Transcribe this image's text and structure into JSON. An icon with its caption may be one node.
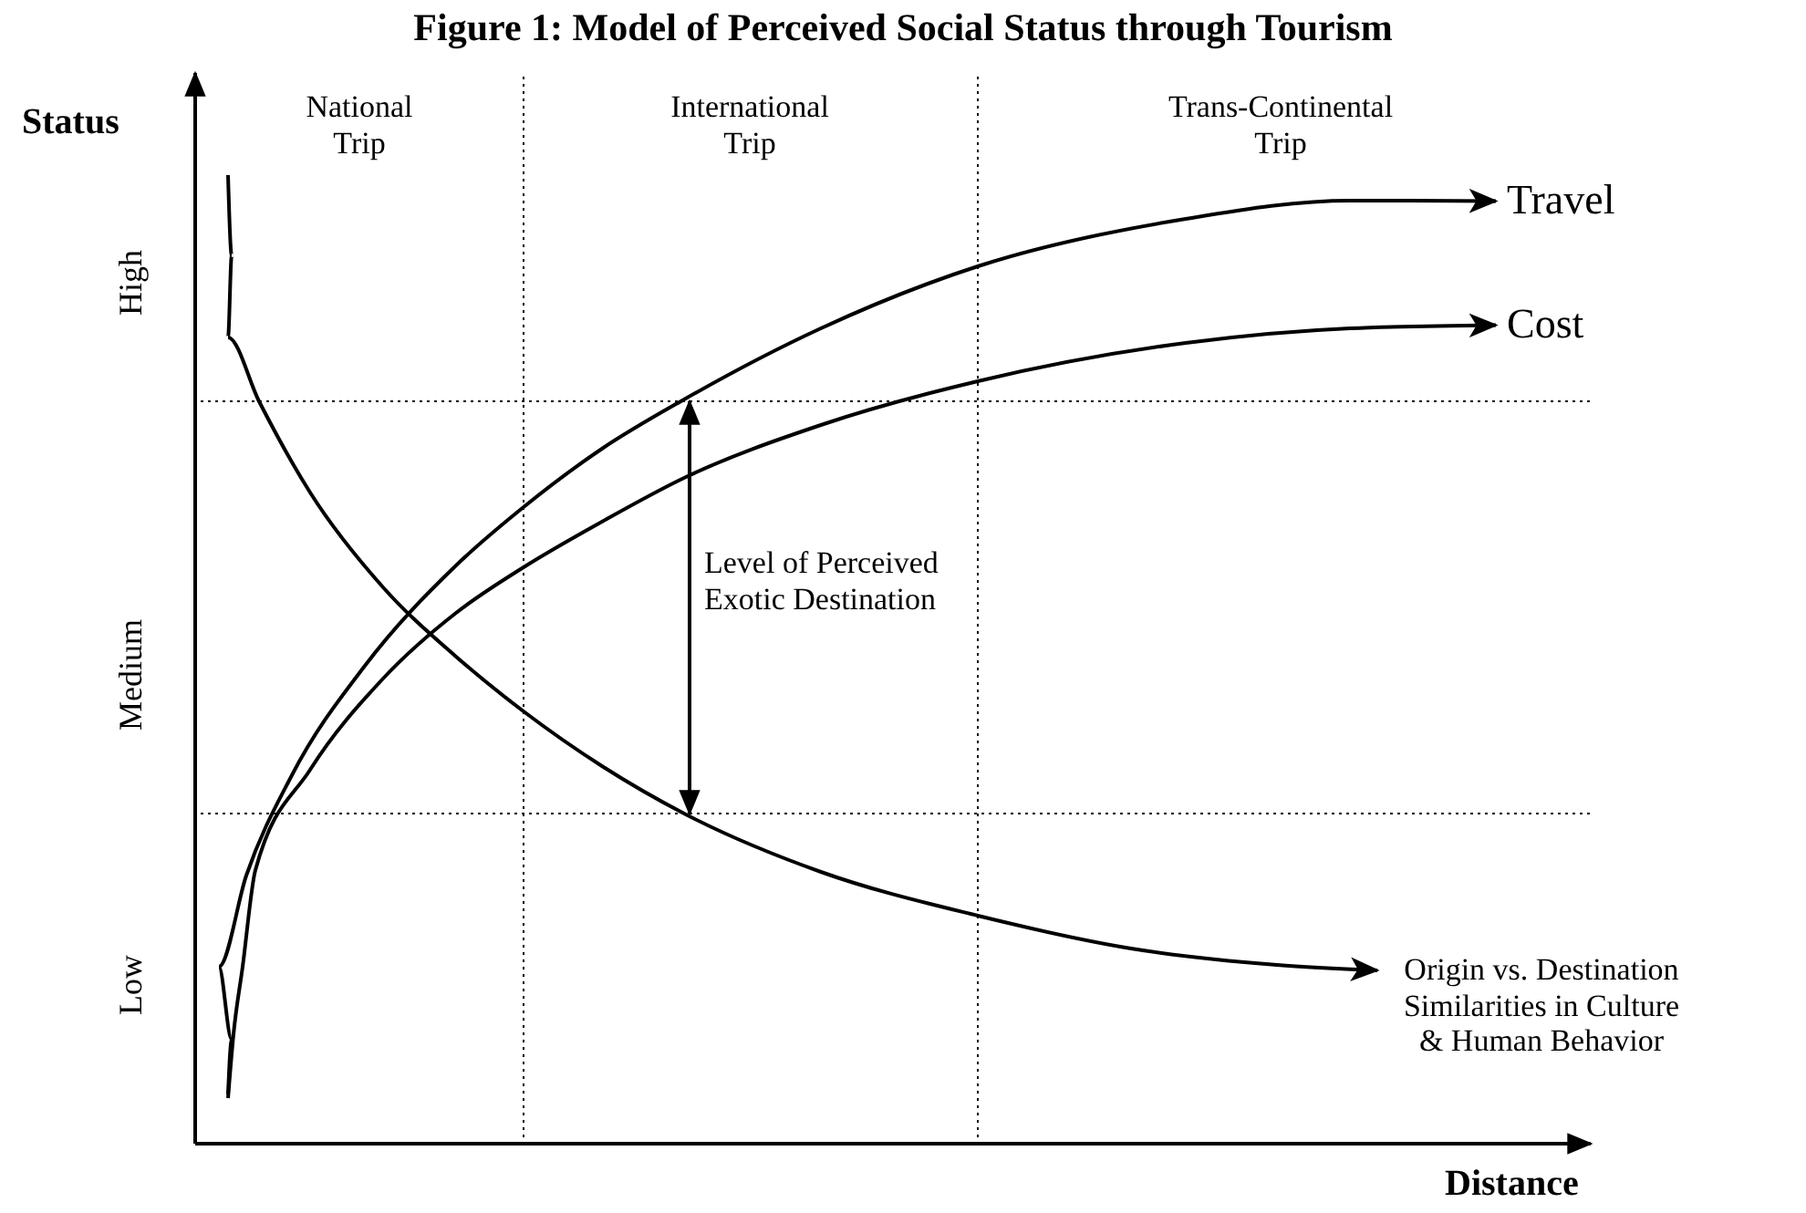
{
  "diagram": {
    "title": "Figure 1: Model of Perceived Social Status through Tourism",
    "nodes": [
      {
        "text": [
          "Travel"
        ]
      },
      {
        "text": [
          "Cost"
        ]
      },
      {
        "text": [
          "Origin vs. Destination Similarities in Culture & Human Behavior"
        ]
      }
    ],
    "edges": [
      {
        "from": null,
        "to": 0,
        "arrow": "to"
      },
      {
        "from": null,
        "to": 1,
        "arrow": "to"
      },
      {
        "from": null,
        "to": 2,
        "arrow": "to"
      }
    ],
    "labels": [
      "Status",
      "National Trip",
      "International Trip",
      "Trans-Continental Trip",
      "High",
      "Medium",
      "Low",
      "Level of Perceived Exotic Destination",
      "Distance"
    ]
  }
}
